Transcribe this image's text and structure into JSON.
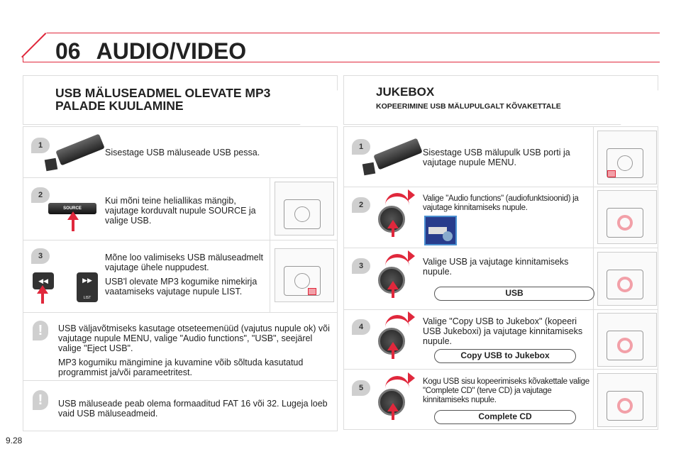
{
  "header": {
    "chapter": "06",
    "title": "AUDIO/VIDEO"
  },
  "left": {
    "title_line1": "USB MÄLUSEADMEL OLEVATE MP3",
    "title_line2": "PALADE KUULAMINE",
    "steps": [
      {
        "num": "1",
        "text": "Sisestage USB mäluseade USB pessa."
      },
      {
        "num": "2",
        "text": "Kui mõni teine heliallikas mängib, vajutage korduvalt nupule SOURCE ja valige USB.",
        "button_label": "SOURCE"
      },
      {
        "num": "3",
        "text": "Mõne loo valimiseks USB mäluseadmelt vajutage ühele nuppudest.",
        "text2": "USB'l olevate MP3 kogumike nimekirja vaatamiseks vajutage nupule LIST.",
        "button_label": "LIST"
      }
    ],
    "notes": [
      {
        "icon": "!",
        "text": "USB väljavõtmiseks kasutage otseteemenüüd (vajutus nupule ok) või vajutage nupule MENU, valige \"Audio functions\", \"USB\", seejärel valige \"Eject USB\".",
        "text2": "MP3 kogumiku mängimine ja kuvamine võib sõltuda kasutatud programmist ja/või parameetritest."
      },
      {
        "icon": "!",
        "text": "USB mäluseade peab olema formaaditud FAT 16 või 32. Lugeja loeb vaid USB mäluseadmeid."
      }
    ]
  },
  "right": {
    "title": "JUKEBOX",
    "subtitle": "KOPEERIMINE USB MÄLUPULGALT KÕVAKETTALE",
    "steps": [
      {
        "num": "1",
        "text": "Sisestage USB mälupulk USB porti ja vajutage nupule MENU."
      },
      {
        "num": "2",
        "text": "Valige \"Audio functions\" (audiofunktsioonid) ja vajutage kinnitamiseks nupule."
      },
      {
        "num": "3",
        "text": "Valige USB ja vajutage kinnitamiseks nupule.",
        "pill": "USB"
      },
      {
        "num": "4",
        "text": "Valige \"Copy USB to Jukebox\" (kopeeri USB Jukeboxi) ja vajutage kinnitamiseks nupule.",
        "pill": "Copy USB to Jukebox"
      },
      {
        "num": "5",
        "text": "Kogu USB sisu kopeerimiseks kõvakettale valige \"Complete CD\" (terve CD) ja vajutage kinnitamiseks nupule.",
        "pill": "Complete CD"
      }
    ]
  },
  "footer": {
    "page": "9.28"
  },
  "colors": {
    "accent": "#e0283c",
    "badge": "#cfcfcf"
  }
}
